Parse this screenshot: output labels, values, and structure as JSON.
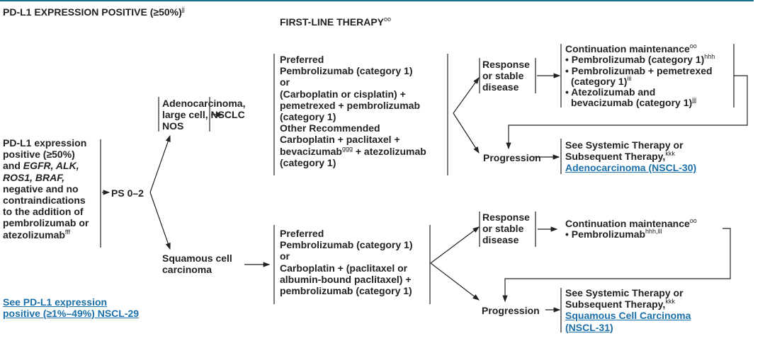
{
  "colors": {
    "text": "#222222",
    "link": "#1a6fa8",
    "topbar": "#1b6f8a"
  },
  "header": {
    "title": "PD-L1 EXPRESSION POSITIVE (≥50%)",
    "title_sup": "jj",
    "column_title": "FIRST-LINE THERAPY",
    "column_sup": "oo"
  },
  "criteria": {
    "l1": "PD-L1 expression",
    "l2": "positive (≥50%)",
    "l3a": "and ",
    "l3b": "EGFR, ALK,",
    "l4": "ROS1, BRAF,",
    "l5": "negative and no",
    "l6": "contraindications",
    "l7": "to the addition of",
    "l8": "pembrolizumab or",
    "l9": "atezolizumab",
    "l9_sup": "fff"
  },
  "ps": "PS 0–2",
  "histology": {
    "adeno": [
      "Adenocarcinoma,",
      "large cell, NSCLC",
      "NOS"
    ],
    "squamous": [
      "Squamous cell",
      "carcinoma"
    ]
  },
  "adeno_therapy": {
    "preferred": "Preferred",
    "l1": "Pembrolizumab (category 1)",
    "l2": "or",
    "l3": "(Carboplatin or cisplatin) +",
    "l4": "pemetrexed + pembrolizumab",
    "l5": "(category 1)",
    "other": "Other Recommended",
    "l6": "Carboplatin + paclitaxel +",
    "l7a": "bevacizumab",
    "l7_sup": "ggg",
    "l7b": " + atezolizumab",
    "l8": "(category 1)"
  },
  "squamous_therapy": {
    "preferred": "Preferred",
    "l1": "Pembrolizumab (category 1)",
    "l2": "or",
    "l3": "Carboplatin + (paclitaxel or",
    "l4": "albumin-bound paclitaxel) +",
    "l5": "pembrolizumab (category 1)"
  },
  "response": [
    "Response",
    "or stable",
    "disease"
  ],
  "progression": "Progression",
  "adeno_maint": {
    "title": "Continuation maintenance",
    "title_sup": "oo",
    "b1": "• Pembrolizumab (category 1)",
    "b1_sup": "hhh",
    "b2": "• Pembrolizumab + pemetrexed",
    "b2b": "(category 1)",
    "b2_sup": "iii",
    "b3": "• Atezolizumab and",
    "b3b": "bevacizumab (category 1)",
    "b3_sup": "jjj"
  },
  "squamous_maint": {
    "title": "Continuation maintenance",
    "title_sup": "oo",
    "b1": "• Pembrolizumab",
    "b1_sup": "hhh,lll"
  },
  "adeno_next": {
    "l1": "See Systemic Therapy or",
    "l2": "Subsequent Therapy,",
    "l2_sup": "kkk",
    "link": "Adenocarcinoma (NSCL-30)"
  },
  "squamous_next": {
    "l1": "See Systemic Therapy or",
    "l2": "Subsequent Therapy,",
    "l2_sup": "kkk",
    "link1": "Squamous Cell Carcinoma",
    "link2": "(NSCL-31)"
  },
  "see_also": {
    "l1": "See PD-L1 expression",
    "l2": "positive (≥1%–49%) NSCL-29"
  }
}
